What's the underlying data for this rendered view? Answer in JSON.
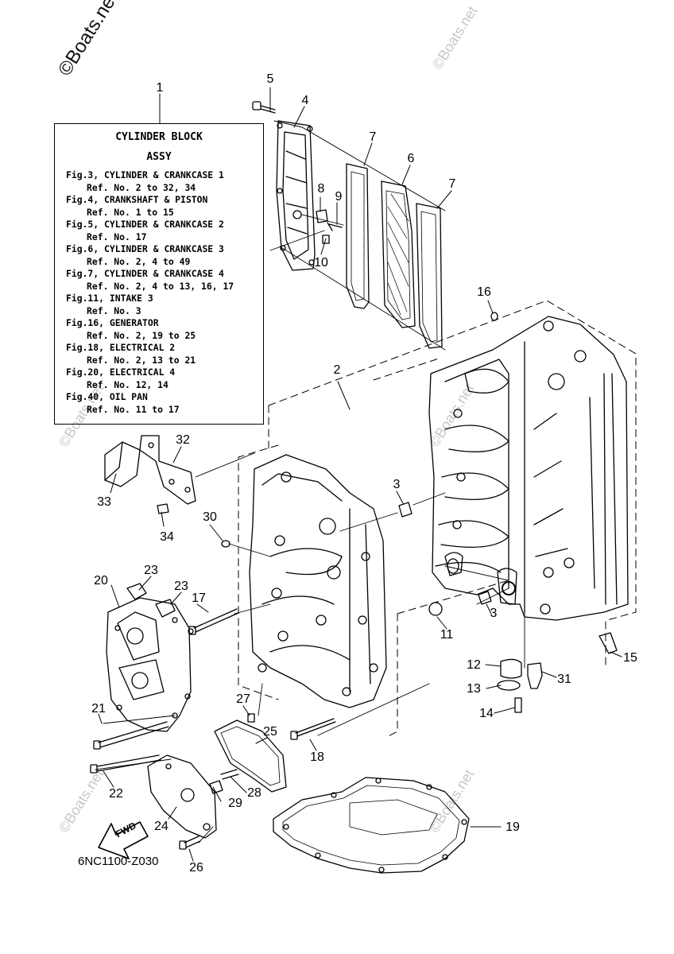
{
  "watermark": {
    "main": "©Boats.net",
    "faint": "©Boats.net"
  },
  "infobox": {
    "title_lines": [
      "CYLINDER BLOCK",
      "ASSY"
    ],
    "figures": [
      {
        "fig": "Fig.3, CYLINDER & CRANKCASE 1",
        "ref": "Ref. No. 2 to 32, 34"
      },
      {
        "fig": "Fig.4, CRANKSHAFT & PISTON",
        "ref": "Ref. No. 1 to 15"
      },
      {
        "fig": "Fig.5, CYLINDER & CRANKCASE 2",
        "ref": "Ref. No. 17"
      },
      {
        "fig": "Fig.6, CYLINDER & CRANKCASE 3",
        "ref": "Ref. No. 2, 4 to 49"
      },
      {
        "fig": "Fig.7, CYLINDER & CRANKCASE 4",
        "ref": "Ref. No. 2, 4 to 13, 16, 17"
      },
      {
        "fig": "Fig.11, INTAKE 3",
        "ref": "Ref. No. 3"
      },
      {
        "fig": "Fig.16, GENERATOR",
        "ref": "Ref. No. 2, 19 to 25"
      },
      {
        "fig": "Fig.18, ELECTRICAL 2",
        "ref": "Ref. No. 2, 13 to 21"
      },
      {
        "fig": "Fig.20, ELECTRICAL 4",
        "ref": "Ref. No. 12, 14"
      },
      {
        "fig": "Fig.40, OIL PAN",
        "ref": "Ref. No. 11 to 17"
      }
    ]
  },
  "callouts": [
    "1",
    "2",
    "3",
    "3",
    "4",
    "5",
    "6",
    "7",
    "7",
    "8",
    "9",
    "10",
    "11",
    "12",
    "13",
    "14",
    "15",
    "16",
    "17",
    "18",
    "19",
    "20",
    "21",
    "22",
    "23",
    "23",
    "24",
    "25",
    "26",
    "27",
    "28",
    "29",
    "30",
    "31",
    "32",
    "33",
    "34"
  ],
  "fwd_label": "FWD",
  "diagram_code": "6NC1100-Z030"
}
